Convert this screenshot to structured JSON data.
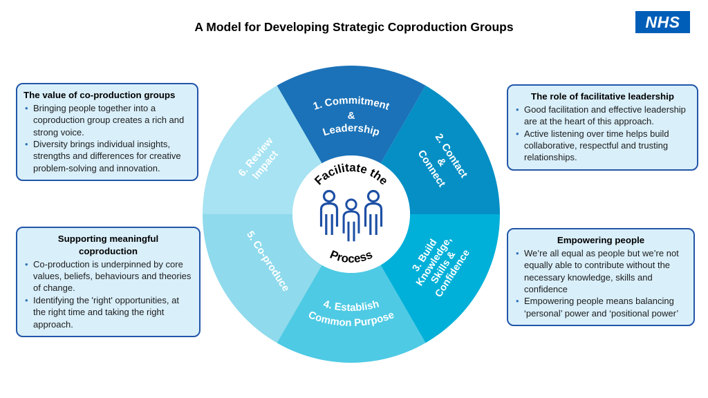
{
  "title": "A Model for Developing Strategic Coproduction Groups",
  "nhs": {
    "label": "NHS",
    "color": "#005EB8"
  },
  "boxes": [
    {
      "title": "The value of co-production groups",
      "bullets": [
        "Bringing people together into a coproduction group creates a rich and strong voice.",
        "Diversity brings individual insights, strengths and differences for creative problem-solving and innovation."
      ]
    },
    {
      "title": "Supporting meaningful coproduction",
      "bullets": [
        "Co-production is underpinned by core values, beliefs, behaviours and theories of change.",
        "Identifying the 'right' opportunities, at the right time and taking the right approach."
      ]
    },
    {
      "title": "The role of facilitative leadership",
      "bullets": [
        "Good facilitation and effective leadership are at the heart of this approach.",
        "Active listening over time helps build collaborative, respectful and trusting relationships."
      ]
    },
    {
      "title": "Empowering people",
      "bullets": [
        "We’re all equal as people but we’re not equally able to contribute without the necessary knowledge, skills and confidence",
        "Empowering people means balancing ‘personal’ power and ‘positional power’"
      ]
    }
  ],
  "wheel": {
    "center": {
      "line1": "Facilitate the",
      "line2": "Process",
      "icon": "three-people-icon"
    },
    "segments": [
      {
        "label": "1. Commitment & Leadership",
        "lines": [
          "1. Commitment",
          "&",
          "Leadership"
        ],
        "color": "#1B72B8"
      },
      {
        "label": "2. Contact & Connect",
        "lines": [
          "2. Contact",
          "&",
          "Connect"
        ],
        "color": "#058FC5"
      },
      {
        "label": "3. Build Knowledge, Skills & Confidence",
        "lines": [
          "3. Build",
          "Knowledge,",
          "Skills &",
          "Confidence"
        ],
        "color": "#00B0D8"
      },
      {
        "label": "4. Establish Common Purpose",
        "lines": [
          "4. Establish",
          "Common Purpose"
        ],
        "color": "#4ECAE4"
      },
      {
        "label": "5. Co-produce",
        "lines": [
          "5. Co-produce"
        ],
        "color": "#8FDAEC"
      },
      {
        "label": "6. Review Impact",
        "lines": [
          "6. Review",
          "Impact"
        ],
        "color": "#A7E3F2"
      }
    ]
  },
  "colors": {
    "box_fill": "#D9EFFA",
    "box_border": "#2155A8",
    "bullet": "#2E74B5",
    "person_icon": "#1D4FA4"
  }
}
